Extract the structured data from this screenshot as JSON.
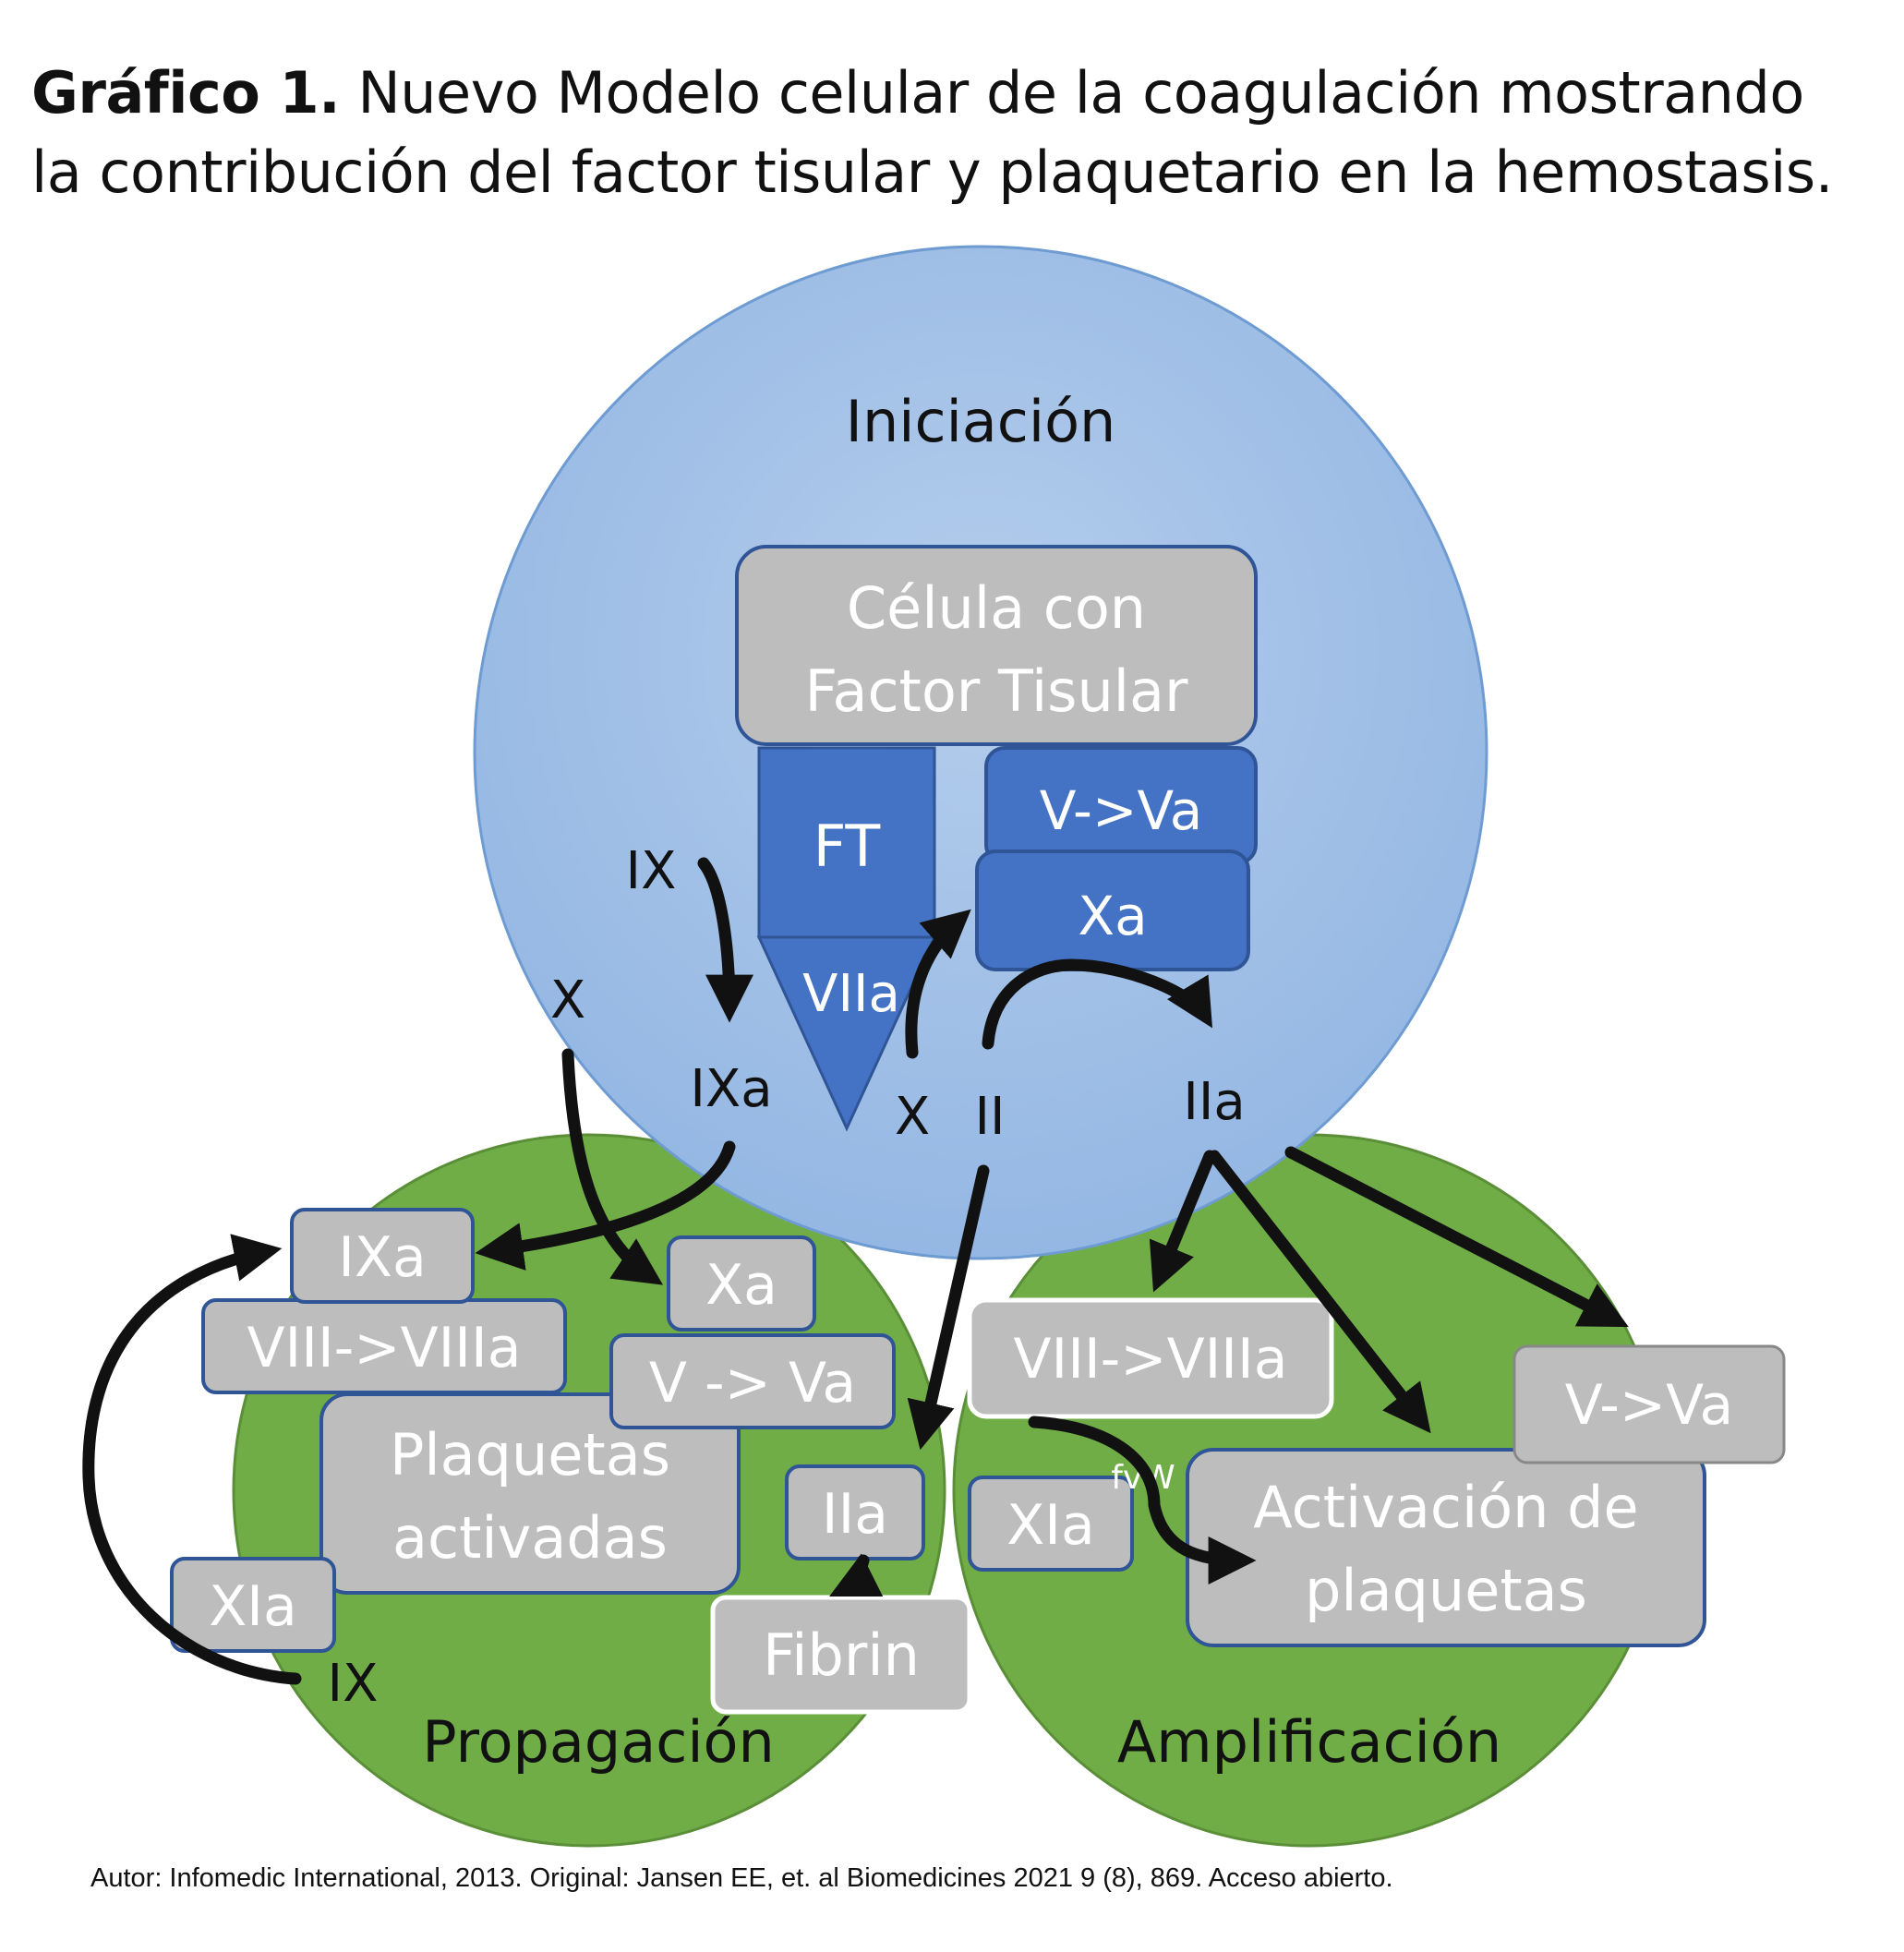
{
  "title": {
    "prefix": "Gráfico 1.",
    "text": "Nuevo Modelo celular de la coagulación mostrando la contribución del factor tisular y plaquetario en la hemostasis."
  },
  "phases": {
    "initiation": "Iniciación",
    "propagation": "Propagación",
    "amplification": "Amplificación"
  },
  "boxes": {
    "tf_cell_line1": "Célula con",
    "tf_cell_line2": "Factor Tisular",
    "ft": "FT",
    "viia": "VIIa",
    "v_va_init": "V->Va",
    "xa_init": "Xa",
    "ixa_prop": "IXa",
    "xa_prop": "Xa",
    "viii_prop": "VIII->VIIIa",
    "v_va_prop": "V -> Va",
    "platelets_line1": "Plaquetas",
    "platelets_line2": "activadas",
    "xia_prop": "XIa",
    "iia_prop": "IIa",
    "fibrin": "Fibrin",
    "viii_amp": "VIII->VIIIa",
    "v_va_amp": "V->Va",
    "xia_amp": "XIa",
    "activation_line1": "Activación de",
    "activation_line2": "plaquetas"
  },
  "labels": {
    "ix_top": "IX",
    "x_left": "X",
    "ixa_free": "IXa",
    "x_center": "X",
    "ii": "II",
    "iia_free": "IIa",
    "ix_bottom": "IX",
    "fvw": "fvW"
  },
  "colors": {
    "initiation_fill": "#a4c0e6",
    "initiation_stroke": "#6e9bd2",
    "green_fill": "#70ad47",
    "grey_box": "#bdbdbd",
    "blue_box": "#4472c4",
    "box_stroke": "#2f5597",
    "arrow": "#111111"
  },
  "credit": "Autor: Infomedic International, 2013. Original: Jansen EE, et. al Biomedicines 2021 9 (8), 869. Acceso abierto."
}
